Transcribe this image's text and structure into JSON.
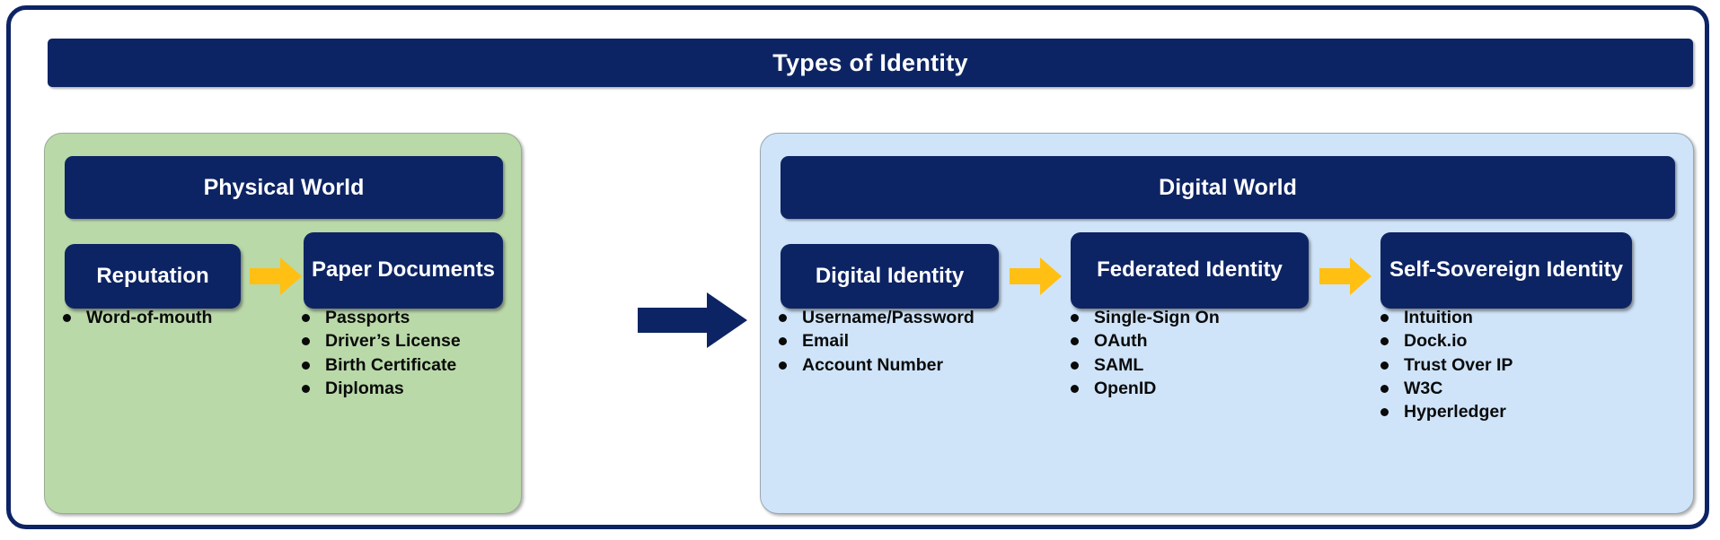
{
  "header": {
    "title": "Types of Identity"
  },
  "colors": {
    "navy": "#0d2464",
    "green_panel": "#b9d9a9",
    "blue_panel": "#cfe4f9",
    "yellow_arrow": "#ffc013",
    "white": "#ffffff"
  },
  "panels": [
    {
      "id": "physical",
      "header": "Physical World",
      "stages": [
        {
          "label": "Reputation",
          "bullets": [
            "Word-of-mouth"
          ]
        },
        {
          "label": "Paper Documents",
          "bullets": [
            "Passports",
            "Driver’s License",
            "Birth Certificate",
            "Diplomas"
          ]
        }
      ]
    },
    {
      "id": "digital",
      "header": "Digital World",
      "stages": [
        {
          "label": "Digital Identity",
          "bullets": [
            "Username/Password",
            "Email",
            "Account Number"
          ]
        },
        {
          "label": "Federated Identity",
          "bullets": [
            "Single-Sign On",
            "OAuth",
            "SAML",
            "OpenID"
          ]
        },
        {
          "label": "Self-Sovereign Identity",
          "bullets": [
            "Intuition",
            "Dock.io",
            "Trust Over IP",
            "W3C",
            "Hyperledger"
          ]
        }
      ]
    }
  ],
  "connectors": {
    "physical_inner_arrow": "arrow-right-yellow",
    "world_arrow": "arrow-right-navy",
    "digital_inner_arrow_1": "arrow-right-yellow",
    "digital_inner_arrow_2": "arrow-right-yellow"
  }
}
